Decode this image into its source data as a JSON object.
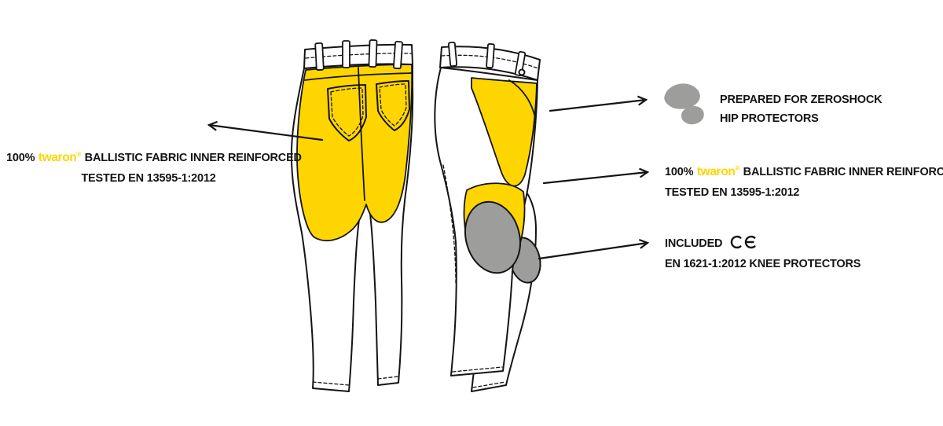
{
  "colors": {
    "brand_yellow": "#FFD500",
    "pad_gray": "#9D9D9C",
    "ink": "#141414",
    "background": "#FFFFFF"
  },
  "icons": {
    "hip_protector": "hip-protector-pad-icon",
    "ce_mark": "ce-conformity-mark-icon"
  },
  "annotations": {
    "fabric_left": {
      "prefix": "100%",
      "brand": "twaron",
      "registered": "®",
      "suffix": "BALLISTIC FABRIC INNER REINFORCED",
      "line2": "TESTED EN 13595-1:2012"
    },
    "hip_protectors": {
      "line1": "PREPARED FOR ZEROSHOCK",
      "line2": "HIP PROTECTORS"
    },
    "fabric_right": {
      "prefix": "100%",
      "brand": "twaron",
      "registered": "®",
      "suffix": "BALLISTIC FABRIC INNER REINFORCED",
      "line2": "TESTED EN 13595-1:2012"
    },
    "knee_protectors": {
      "line1": "INCLUDED",
      "line2": "EN 1621-1:2012 KNEE PROTECTORS"
    }
  }
}
